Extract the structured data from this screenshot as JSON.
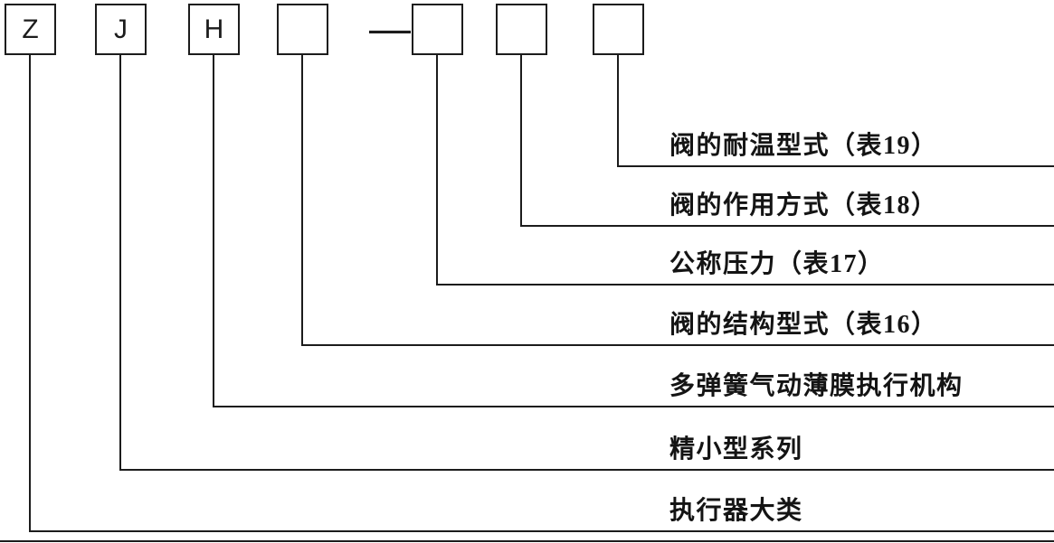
{
  "line_color": "#1c1c1c",
  "separator": "—",
  "code_boxes": [
    {
      "value": "Z"
    },
    {
      "value": "J"
    },
    {
      "value": "H"
    },
    {
      "value": ""
    },
    {
      "value": ""
    },
    {
      "value": ""
    },
    {
      "value": ""
    }
  ],
  "callouts": [
    {
      "label": "阀的耐温型式（表19）"
    },
    {
      "label": "阀的作用方式（表18）"
    },
    {
      "label": "公称压力（表17）"
    },
    {
      "label": "阀的结构型式（表16）"
    },
    {
      "label": "多弹簧气动薄膜执行机构"
    },
    {
      "label": "精小型系列"
    },
    {
      "label": "执行器大类"
    }
  ]
}
